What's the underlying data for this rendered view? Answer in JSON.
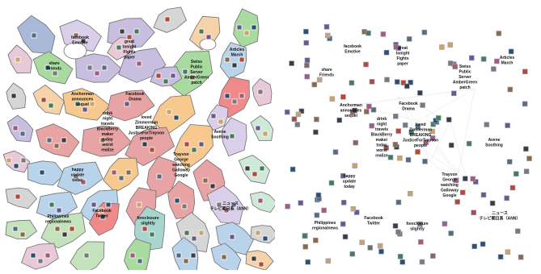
{
  "labels": {
    "l_facebook_emotive": [
      "facebook",
      "Emotive"
    ],
    "l_great": [
      "great",
      "tonight",
      "Fights",
      "paper"
    ],
    "l_share": [
      "share",
      "Friends"
    ],
    "l_swiss": [
      "Swiss",
      "Public",
      "Server",
      "AmberGreen",
      "patch"
    ],
    "l_articles": [
      "Articles",
      "March"
    ],
    "l_anchorman": [
      "Anchorman",
      "announces",
      "sequel"
    ],
    "l_drink": [
      "drink",
      "night",
      "travels",
      "BlackBerry",
      "maker",
      "today",
      "worst",
      "realize"
    ],
    "l_facebook_drama": [
      "Facebook",
      "Drama"
    ],
    "l_loved": [
      "loved",
      "Zimmerman",
      "BREAKING",
      "JusticeForTrayvon",
      "people"
    ],
    "l_avene": [
      "Avene",
      "Soothing"
    ],
    "l_happy": [
      "happy",
      "update",
      "today"
    ],
    "l_trayvon": [
      "Trayvon",
      "George",
      "watching",
      "Galloway",
      "Google"
    ],
    "l_anndesu": [
      "ニュース",
      "テレビ朝日系（ANN）"
    ],
    "l_facebook_twitter": [
      "Facebook",
      "Twitter"
    ],
    "l_foreclosure": [
      "foreclosure",
      "slightly"
    ],
    "l_philippines": [
      "Philippines",
      "regionalnews"
    ]
  },
  "colors": {
    "blue": "#aab9d8",
    "lightblue": "#b9d4ea",
    "purple": "#c8bfe0",
    "pink": "#e7c9d8",
    "salmon": "#e8a4a4",
    "red": "#f08a8a",
    "green": "#a9dba0",
    "lightgreen": "#c4e3bd",
    "orange": "#f7c98f",
    "peach": "#f5d2a7",
    "grey": "#d6d6d6",
    "mint": "#cfe9d8",
    "teal": "#a8d6cf",
    "lavender": "#d9cfe8"
  },
  "icons": [
    "photo-thumbnail-icon"
  ]
}
